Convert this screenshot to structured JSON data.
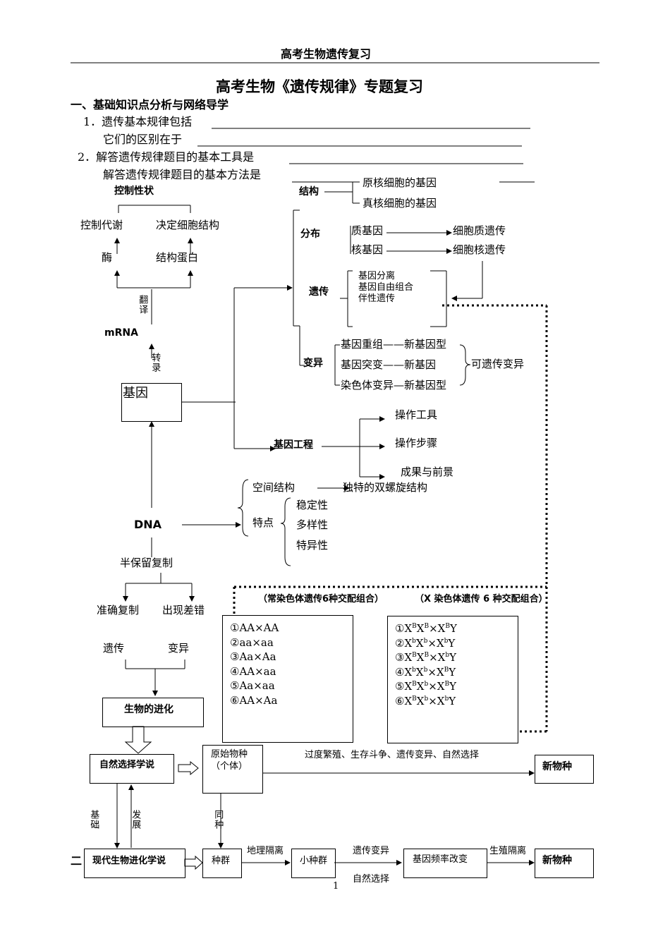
{
  "header": {
    "title": "高考生物遗传复习"
  },
  "main": {
    "title": "高考生物《遗传规律》专题复习",
    "section1": "一、基础知识点分析与网络导学",
    "q1a": "1．遗传基本规律包括",
    "q1b": "它们的区别在于",
    "q2a": "2．解答遗传规律题目的基本工具是",
    "q2b": "解答遗传规律题目的基本方法是"
  },
  "left": {
    "control_traits": "控制性状",
    "metabolism": "控制代谢",
    "structure": "决定细胞结构",
    "enzyme": "酶",
    "struct_protein": "结构蛋白",
    "translation": "翻译",
    "mrna": "mRNA",
    "transcription": "转录",
    "gene": "基因",
    "dna": "DNA",
    "semi": "半保留复制",
    "accurate": "准确复制",
    "error": "出现差错",
    "heredity": "遗传",
    "variation": "变异",
    "evolution": "生物的进化"
  },
  "right": {
    "struct_label": "结构",
    "prok": "原核细胞的基因",
    "euk": "真核细胞的基因",
    "dist_label": "分布",
    "cyto_gene": "质基因",
    "cyto_inh": "细胞质遗传",
    "nuc_gene": "核基因",
    "nuc_inh": "细胞核遗传",
    "inh_label": "遗传",
    "law1": "基因分离",
    "law2": "基因自由组合",
    "law3": "伴性遗传",
    "var_label": "变异",
    "var1": "基因重组——新基因型",
    "var2": "基因突变——新基因",
    "var3": "染色体变异—新基因型",
    "heritable": "可遗传变异",
    "eng_label": "基因工程",
    "eng1": "操作工具",
    "eng2": "操作步骤",
    "eng3": "成果与前景",
    "spatial": "空间结构",
    "helix": "独特的双螺旋结构",
    "features": "特点",
    "f1": "稳定性",
    "f2": "多样性",
    "f3": "特异性"
  },
  "combos": {
    "auto_title": "（常染色体遗传6种交配组合）",
    "x_title": "（X 染色体遗传 6 种交配组合）",
    "auto": [
      "①AA×AA",
      "②aa×aa",
      "③Aa×Aa",
      "④AA×aa",
      "⑤Aa×aa",
      "⑥AA×Aa"
    ],
    "x": [
      {
        "num": "①",
        "a": "X",
        "as": "B",
        "b": "X",
        "bs": "B",
        "c": "X",
        "cs": "B",
        "d": "Y"
      },
      {
        "num": "②",
        "a": "X",
        "as": "b",
        "b": "X",
        "bs": "b",
        "c": "X",
        "cs": "b",
        "d": "Y"
      },
      {
        "num": "③",
        "a": "X",
        "as": "B",
        "b": "X",
        "bs": "B",
        "c": "X",
        "cs": "b",
        "d": "Y"
      },
      {
        "num": "④",
        "a": "X",
        "as": "b",
        "b": "X",
        "bs": "b",
        "c": "X",
        "cs": "B",
        "d": "Y"
      },
      {
        "num": "⑤",
        "a": "X",
        "as": "B",
        "b": "X",
        "bs": "b",
        "c": "X",
        "cs": "B",
        "d": "Y"
      },
      {
        "num": "⑥",
        "a": "X",
        "as": "B",
        "b": "X",
        "bs": "b",
        "c": "X",
        "cs": "b",
        "d": "Y"
      }
    ]
  },
  "evo": {
    "natural": "自然选择学说",
    "original": "原始物种",
    "individual": "（个体）",
    "process": "过度繁殖、生存斗争、遗传变异、自然选择",
    "new1": "新物种",
    "basis": "基础",
    "develop": "发展",
    "same_species": "同种",
    "section2": "二",
    "modern": "现代生物进化学说",
    "population": "种群",
    "geo": "地理隔离",
    "small_pop": "小种群",
    "gen_var": "遗传变异",
    "nat_sel": "自然选择",
    "freq": "基因频率改变",
    "repro": "生殖隔离",
    "new2": "新物种"
  },
  "footer": {
    "page_number": "1"
  }
}
